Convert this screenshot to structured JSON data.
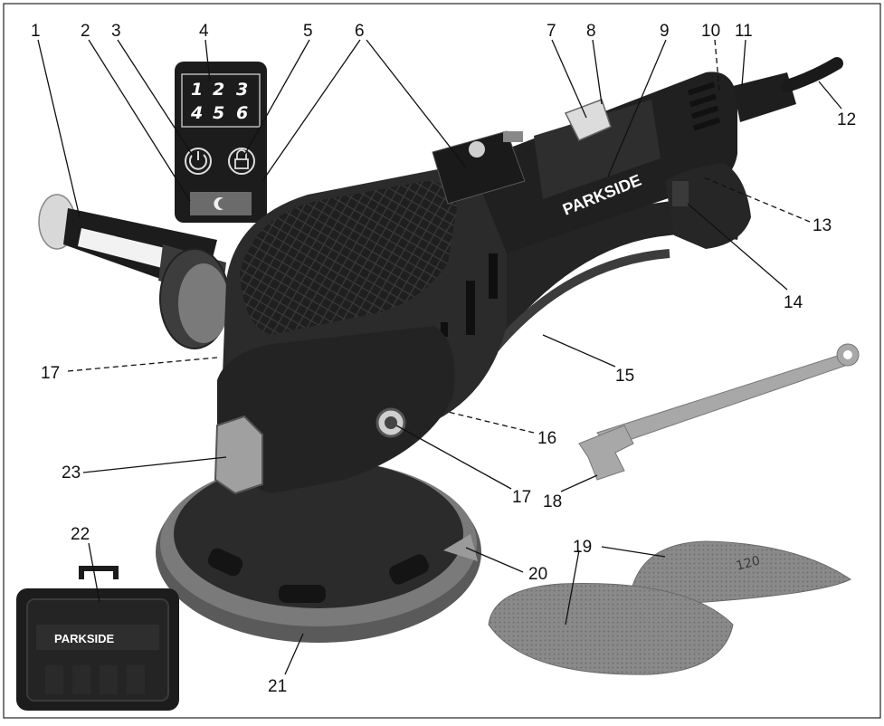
{
  "figure": {
    "brand": "PARKSIDE",
    "case_brand": "PARKSIDE",
    "panel_digits": [
      "1",
      "2",
      "3",
      "4",
      "5",
      "6"
    ],
    "paper_grit": "120",
    "callouts": [
      "1",
      "2",
      "3",
      "4",
      "5",
      "6",
      "6",
      "7",
      "8",
      "9",
      "10",
      "11",
      "12",
      "13",
      "14",
      "15",
      "16",
      "17",
      "17",
      "18",
      "19",
      "19",
      "20",
      "21",
      "22",
      "23"
    ]
  },
  "colors": {
    "tool_body": "#2b2b2b",
    "tool_dark": "#161616",
    "tool_grey": "#7a7a7a",
    "panel": "#1c1c1c",
    "sandpaper": "#8c8c8c",
    "wrench": "#a8a8a8"
  }
}
